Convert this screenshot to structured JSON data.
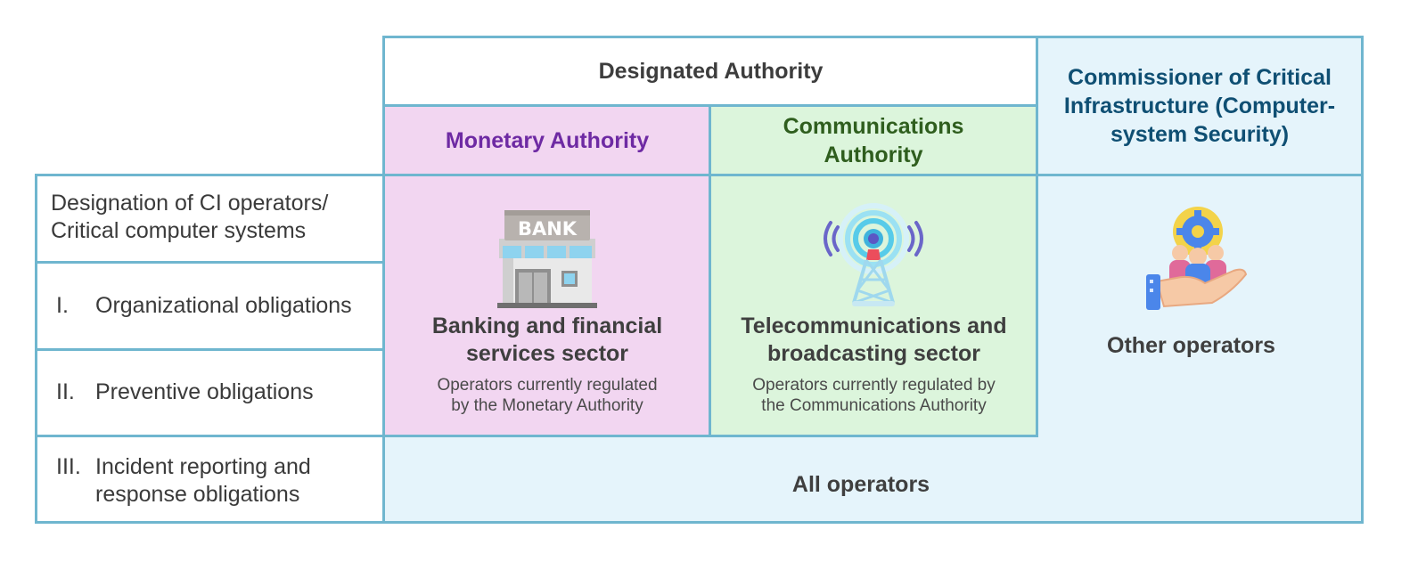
{
  "colors": {
    "border": "#6fb6cf",
    "monetary_bg": "#f2d6f1",
    "comms_bg": "#dcf5dc",
    "commissioner_bg": "#e5f4fb",
    "monetary_text": "#6e2aa3",
    "comms_text": "#2f5e1e",
    "commissioner_text": "#0f4f73"
  },
  "header": {
    "designated_authority": "Designated Authority",
    "monetary_authority": "Monetary Authority",
    "communications_authority": "Communications Authority",
    "commissioner": "Commissioner of Critical Infrastructure (Computer-system Security)"
  },
  "rows": {
    "designation": "Designation of CI operators/ Critical computer systems",
    "organizational": {
      "numeral": "I.",
      "label": "Organizational obligations"
    },
    "preventive": {
      "numeral": "II.",
      "label": "Preventive obligations"
    },
    "incident": {
      "numeral": "III.",
      "label": "Incident reporting and response obligations"
    }
  },
  "cells": {
    "banking": {
      "icon": "bank-building-icon",
      "icon_text": "BANK",
      "title": "Banking and financial services sector",
      "note": "Operators currently regulated by the Monetary Authority"
    },
    "telecom": {
      "icon": "broadcast-tower-icon",
      "title": "Telecommunications and broadcasting sector",
      "note": "Operators currently regulated by the Communications Authority"
    },
    "other": {
      "icon": "hand-people-gear-icon",
      "title": "Other operators"
    },
    "all_operators": "All operators"
  }
}
